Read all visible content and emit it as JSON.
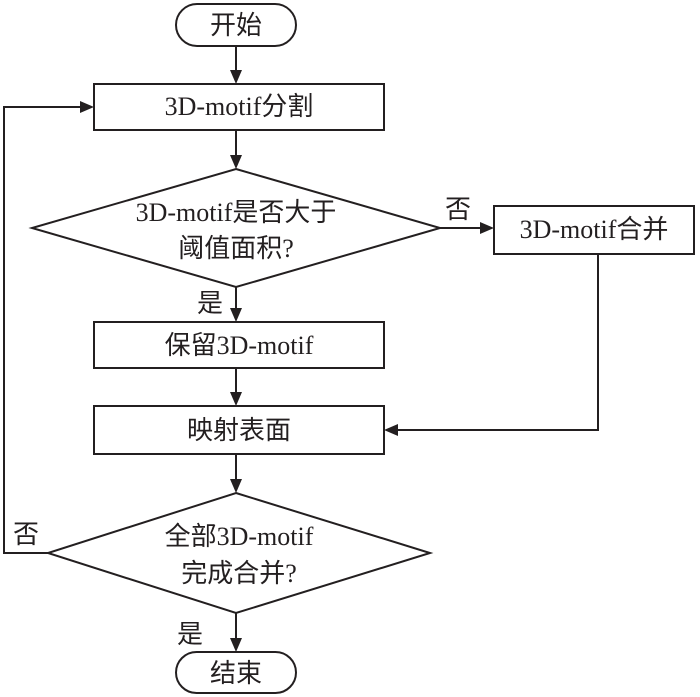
{
  "nodes": {
    "start": "开始",
    "segment": "3D-motif分割",
    "decision1_line1": "3D-motif是否大于",
    "decision1_line2": "阈值面积?",
    "merge": "3D-motif合并",
    "keep": "保留3D-motif",
    "map": "映射表面",
    "decision2_line1": "全部3D-motif",
    "decision2_line2": "完成合并?",
    "end": "结束"
  },
  "labels": {
    "decision1_no": "否",
    "decision1_yes": "是",
    "decision2_no": "否",
    "decision2_yes": "是"
  }
}
